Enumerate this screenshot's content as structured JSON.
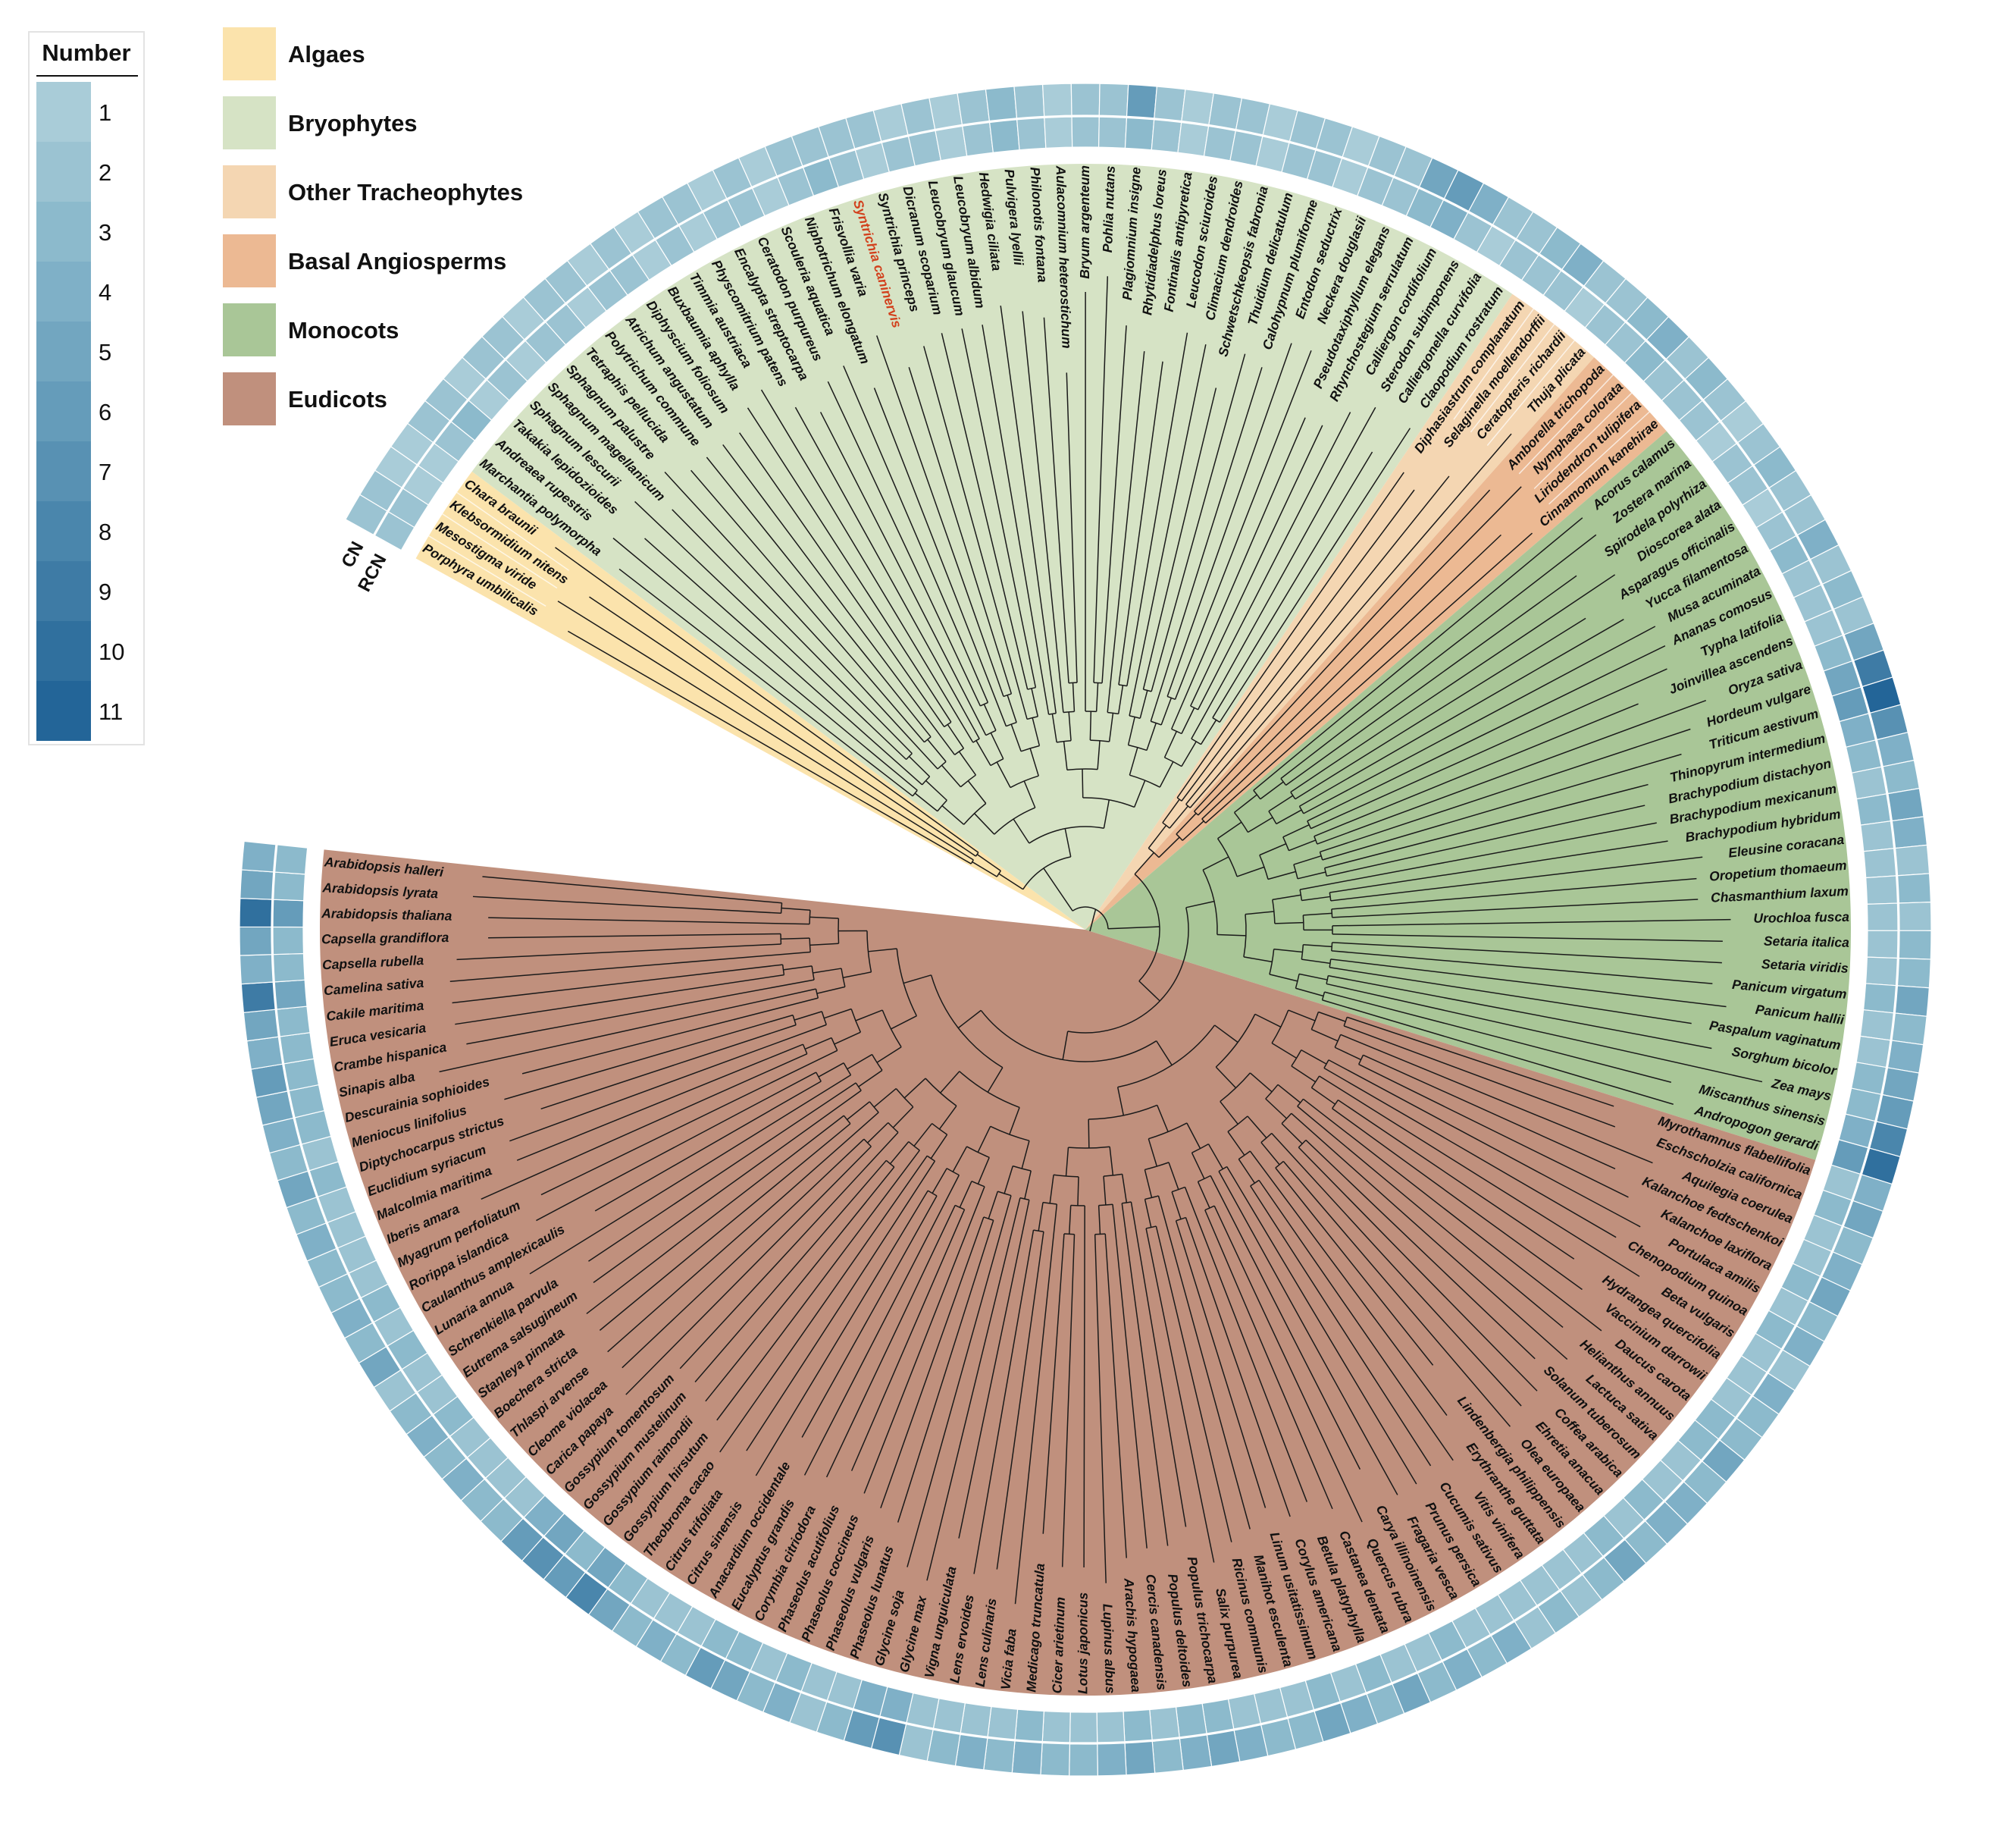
{
  "number_legend": {
    "title": "Number",
    "levels": [
      "1",
      "2",
      "3",
      "4",
      "5",
      "6",
      "7",
      "8",
      "9",
      "10",
      "11"
    ],
    "colors": [
      "#a9ccd8",
      "#9bc3d2",
      "#8cbacc",
      "#7fb0c7",
      "#72a6c0",
      "#659cba",
      "#5891b3",
      "#4a86ac",
      "#3e7ba5",
      "#30709e",
      "#236598"
    ]
  },
  "clade_legend": [
    {
      "key": "algae",
      "label": "Algaes",
      "color": "#fbe3ac"
    },
    {
      "key": "bryo",
      "label": "Bryophytes",
      "color": "#d6e3c5"
    },
    {
      "key": "trach",
      "label": "Other Tracheophytes",
      "color": "#f4d6b2"
    },
    {
      "key": "basal",
      "label": "Basal Angiosperms",
      "color": "#ecb993"
    },
    {
      "key": "mono",
      "label": "Monocots",
      "color": "#a9c697"
    },
    {
      "key": "eudi",
      "label": "Eudicots",
      "color": "#c0907d"
    }
  ],
  "rings": {
    "outer": "CN",
    "inner": "RCN"
  },
  "highlighted_taxon": "Syntrichia caninervis",
  "taxa": [
    {
      "name": "Porphyra umbilicalis",
      "clade": "algae",
      "rcn": 2,
      "cn": 2
    },
    {
      "name": "Mesostigma viride",
      "clade": "algae",
      "rcn": 2,
      "cn": 2
    },
    {
      "name": "Klebsormidium nitens",
      "clade": "algae",
      "rcn": 1,
      "cn": 1
    },
    {
      "name": "Chara braunii",
      "clade": "algae",
      "rcn": 1,
      "cn": 1
    },
    {
      "name": "Marchantia polymorpha",
      "clade": "bryo",
      "rcn": 2,
      "cn": 2
    },
    {
      "name": "Andreaea rupestris",
      "clade": "bryo",
      "rcn": 3,
      "cn": 2
    },
    {
      "name": "Takakia lepidozioides",
      "clade": "bryo",
      "rcn": 1,
      "cn": 1
    },
    {
      "name": "Sphagnum lescurii",
      "clade": "bryo",
      "rcn": 2,
      "cn": 2
    },
    {
      "name": "Sphagnum magellanicum",
      "clade": "bryo",
      "rcn": 1,
      "cn": 2
    },
    {
      "name": "Sphagnum palustre",
      "clade": "bryo",
      "rcn": 2,
      "cn": 1
    },
    {
      "name": "Tetraphis pellucida",
      "clade": "bryo",
      "rcn": 2,
      "cn": 2
    },
    {
      "name": "Polytrichum commune",
      "clade": "bryo",
      "rcn": 1,
      "cn": 2
    },
    {
      "name": "Atrichum angustatum",
      "clade": "bryo",
      "rcn": 2,
      "cn": 1
    },
    {
      "name": "Diphyscium foliosum",
      "clade": "bryo",
      "rcn": 2,
      "cn": 2
    },
    {
      "name": "Buxbaumia aphylla",
      "clade": "bryo",
      "rcn": 1,
      "cn": 1
    },
    {
      "name": "Timmia austriaca",
      "clade": "bryo",
      "rcn": 2,
      "cn": 2
    },
    {
      "name": "Physcomitrium patens",
      "clade": "bryo",
      "rcn": 1,
      "cn": 2
    },
    {
      "name": "Encalypta streptocarpa",
      "clade": "bryo",
      "rcn": 2,
      "cn": 1
    },
    {
      "name": "Ceratodon purpureus",
      "clade": "bryo",
      "rcn": 2,
      "cn": 2
    },
    {
      "name": "Scouleria aquatica",
      "clade": "bryo",
      "rcn": 1,
      "cn": 1
    },
    {
      "name": "Niphotrichum elongatum",
      "clade": "bryo",
      "rcn": 2,
      "cn": 2
    },
    {
      "name": "Frisvollia varia",
      "clade": "bryo",
      "rcn": 3,
      "cn": 2
    },
    {
      "name": "Syntrichia caninervis",
      "clade": "bryo",
      "rcn": 2,
      "cn": 2
    },
    {
      "name": "Syntrichia princeps",
      "clade": "bryo",
      "rcn": 1,
      "cn": 2
    },
    {
      "name": "Dicranum scoparium",
      "clade": "bryo",
      "rcn": 2,
      "cn": 1
    },
    {
      "name": "Leucobryum glaucum",
      "clade": "bryo",
      "rcn": 2,
      "cn": 2
    },
    {
      "name": "Leucobryum albidum",
      "clade": "bryo",
      "rcn": 1,
      "cn": 1
    },
    {
      "name": "Hedwigia ciliata",
      "clade": "bryo",
      "rcn": 2,
      "cn": 2
    },
    {
      "name": "Pulvigera lyellii",
      "clade": "bryo",
      "rcn": 3,
      "cn": 3
    },
    {
      "name": "Philonotis fontana",
      "clade": "bryo",
      "rcn": 2,
      "cn": 2
    },
    {
      "name": "Aulacomnium heterostichum",
      "clade": "bryo",
      "rcn": 1,
      "cn": 1
    },
    {
      "name": "Bryum argenteum",
      "clade": "bryo",
      "rcn": 2,
      "cn": 2
    },
    {
      "name": "Pohlia nutans",
      "clade": "bryo",
      "rcn": 2,
      "cn": 2
    },
    {
      "name": "Plagiomnium insigne",
      "clade": "bryo",
      "rcn": 3,
      "cn": 6
    },
    {
      "name": "Rhytidiadelphus loreus",
      "clade": "bryo",
      "rcn": 2,
      "cn": 2
    },
    {
      "name": "Fontinalis antipyretica",
      "clade": "bryo",
      "rcn": 1,
      "cn": 1
    },
    {
      "name": "Leucodon sciuroides",
      "clade": "bryo",
      "rcn": 2,
      "cn": 2
    },
    {
      "name": "Climacium dendroides",
      "clade": "bryo",
      "rcn": 2,
      "cn": 2
    },
    {
      "name": "Schwetschkeopsis fabronia",
      "clade": "bryo",
      "rcn": 1,
      "cn": 1
    },
    {
      "name": "Thuidium delicatulum",
      "clade": "bryo",
      "rcn": 2,
      "cn": 2
    },
    {
      "name": "Calohypnum plumiforme",
      "clade": "bryo",
      "rcn": 2,
      "cn": 2
    },
    {
      "name": "Entodon seductrix",
      "clade": "bryo",
      "rcn": 1,
      "cn": 1
    },
    {
      "name": "Neckera douglasii",
      "clade": "bryo",
      "rcn": 2,
      "cn": 2
    },
    {
      "name": "Pseudotaxiphyllum elegans",
      "clade": "bryo",
      "rcn": 2,
      "cn": 2
    },
    {
      "name": "Rhynchostegium serrulatum",
      "clade": "bryo",
      "rcn": 3,
      "cn": 5
    },
    {
      "name": "Calliergon cordifolium",
      "clade": "bryo",
      "rcn": 4,
      "cn": 6
    },
    {
      "name": "Sterodon subimponens",
      "clade": "bryo",
      "rcn": 2,
      "cn": 4
    },
    {
      "name": "Calliergonella curvifolia",
      "clade": "bryo",
      "rcn": 1,
      "cn": 2
    },
    {
      "name": "Claopodium rostratum",
      "clade": "bryo",
      "rcn": 2,
      "cn": 2
    },
    {
      "name": "Diphasiastrum complanatum",
      "clade": "trach",
      "rcn": 2,
      "cn": 3
    },
    {
      "name": "Selaginella moellendorffii",
      "clade": "trach",
      "rcn": 2,
      "cn": 4
    },
    {
      "name": "Ceratopteris richardii",
      "clade": "trach",
      "rcn": 1,
      "cn": 2
    },
    {
      "name": "Thuja plicata",
      "clade": "trach",
      "rcn": 2,
      "cn": 2
    },
    {
      "name": "Amborella trichopoda",
      "clade": "basal",
      "rcn": 2,
      "cn": 3
    },
    {
      "name": "Nymphaea colorata",
      "clade": "basal",
      "rcn": 3,
      "cn": 4
    },
    {
      "name": "Liriodendron tulipifera",
      "clade": "basal",
      "rcn": 2,
      "cn": 2
    },
    {
      "name": "Cinnamomum kanehirae",
      "clade": "basal",
      "rcn": 2,
      "cn": 3
    },
    {
      "name": "Acorus calamus",
      "clade": "mono",
      "rcn": 2,
      "cn": 2
    },
    {
      "name": "Zostera marina",
      "clade": "mono",
      "rcn": 1,
      "cn": 1
    },
    {
      "name": "Spirodela polyrhiza",
      "clade": "mono",
      "rcn": 2,
      "cn": 2
    },
    {
      "name": "Dioscorea alata",
      "clade": "mono",
      "rcn": 2,
      "cn": 3
    },
    {
      "name": "Asparagus officinalis",
      "clade": "mono",
      "rcn": 1,
      "cn": 2
    },
    {
      "name": "Yucca filamentosa",
      "clade": "mono",
      "rcn": 2,
      "cn": 2
    },
    {
      "name": "Musa acuminata",
      "clade": "mono",
      "rcn": 3,
      "cn": 4
    },
    {
      "name": "Ananas comosus",
      "clade": "mono",
      "rcn": 2,
      "cn": 2
    },
    {
      "name": "Typha latifolia",
      "clade": "mono",
      "rcn": 2,
      "cn": 3
    },
    {
      "name": "Joinvillea ascendens",
      "clade": "mono",
      "rcn": 2,
      "cn": 2
    },
    {
      "name": "Oryza sativa",
      "clade": "mono",
      "rcn": 3,
      "cn": 5
    },
    {
      "name": "Hordeum vulgare",
      "clade": "mono",
      "rcn": 5,
      "cn": 9
    },
    {
      "name": "Triticum aestivum",
      "clade": "mono",
      "rcn": 6,
      "cn": 11
    },
    {
      "name": "Thinopyrum intermedium",
      "clade": "mono",
      "rcn": 4,
      "cn": 7
    },
    {
      "name": "Brachypodium distachyon",
      "clade": "mono",
      "rcn": 3,
      "cn": 4
    },
    {
      "name": "Brachypodium mexicanum",
      "clade": "mono",
      "rcn": 2,
      "cn": 3
    },
    {
      "name": "Brachypodium hybridum",
      "clade": "mono",
      "rcn": 3,
      "cn": 5
    },
    {
      "name": "Eleusine coracana",
      "clade": "mono",
      "rcn": 2,
      "cn": 4
    },
    {
      "name": "Oropetium thomaeum",
      "clade": "mono",
      "rcn": 2,
      "cn": 2
    },
    {
      "name": "Chasmanthium laxum",
      "clade": "mono",
      "rcn": 2,
      "cn": 3
    },
    {
      "name": "Urochloa fusca",
      "clade": "mono",
      "rcn": 2,
      "cn": 2
    },
    {
      "name": "Setaria italica",
      "clade": "mono",
      "rcn": 2,
      "cn": 3
    },
    {
      "name": "Setaria viridis",
      "clade": "mono",
      "rcn": 2,
      "cn": 3
    },
    {
      "name": "Panicum virgatum",
      "clade": "mono",
      "rcn": 3,
      "cn": 5
    },
    {
      "name": "Panicum hallii",
      "clade": "mono",
      "rcn": 2,
      "cn": 3
    },
    {
      "name": "Paspalum vaginatum",
      "clade": "mono",
      "rcn": 2,
      "cn": 4
    },
    {
      "name": "Sorghum bicolor",
      "clade": "mono",
      "rcn": 3,
      "cn": 5
    },
    {
      "name": "Zea mays",
      "clade": "mono",
      "rcn": 3,
      "cn": 6
    },
    {
      "name": "Miscanthus sinensis",
      "clade": "mono",
      "rcn": 4,
      "cn": 8
    },
    {
      "name": "Andropogon gerardi",
      "clade": "mono",
      "rcn": 6,
      "cn": 10
    },
    {
      "name": "Myrothamnus flabellifolia",
      "clade": "eudi",
      "rcn": 2,
      "cn": 4
    },
    {
      "name": "Eschscholzia californica",
      "clade": "eudi",
      "rcn": 3,
      "cn": 5
    },
    {
      "name": "Aquilegia coerulea",
      "clade": "eudi",
      "rcn": 2,
      "cn": 3
    },
    {
      "name": "Kalanchoe fedtschenkoi",
      "clade": "eudi",
      "rcn": 2,
      "cn": 4
    },
    {
      "name": "Kalanchoe laxiflora",
      "clade": "eudi",
      "rcn": 3,
      "cn": 5
    },
    {
      "name": "Portulaca amilis",
      "clade": "eudi",
      "rcn": 2,
      "cn": 3
    },
    {
      "name": "Chenopodium quinoa",
      "clade": "eudi",
      "rcn": 3,
      "cn": 4
    },
    {
      "name": "Beta vulgaris",
      "clade": "eudi",
      "rcn": 2,
      "cn": 2
    },
    {
      "name": "Hydrangea quercifolia",
      "clade": "eudi",
      "rcn": 2,
      "cn": 4
    },
    {
      "name": "Vaccinium darrowii",
      "clade": "eudi",
      "rcn": 2,
      "cn": 3
    },
    {
      "name": "Daucus carota",
      "clade": "eudi",
      "rcn": 3,
      "cn": 3
    },
    {
      "name": "Helianthus annuus",
      "clade": "eudi",
      "rcn": 3,
      "cn": 5
    },
    {
      "name": "Lactuca sativa",
      "clade": "eudi",
      "rcn": 2,
      "cn": 3
    },
    {
      "name": "Solanum tuberosum",
      "clade": "eudi",
      "rcn": 2,
      "cn": 4
    },
    {
      "name": "Coffea arabica",
      "clade": "eudi",
      "rcn": 3,
      "cn": 4
    },
    {
      "name": "Ehretia anacua",
      "clade": "eudi",
      "rcn": 2,
      "cn": 3
    },
    {
      "name": "Olea europaea",
      "clade": "eudi",
      "rcn": 3,
      "cn": 5
    },
    {
      "name": "Lindenbergia philippensis",
      "clade": "eudi",
      "rcn": 2,
      "cn": 3
    },
    {
      "name": "Erythranthe guttata",
      "clade": "eudi",
      "rcn": 2,
      "cn": 2
    },
    {
      "name": "Vitis vinifera",
      "clade": "eudi",
      "rcn": 2,
      "cn": 3
    },
    {
      "name": "Cucumis sativus",
      "clade": "eudi",
      "rcn": 2,
      "cn": 2
    },
    {
      "name": "Prunus persica",
      "clade": "eudi",
      "rcn": 2,
      "cn": 4
    },
    {
      "name": "Fragaria vesca",
      "clade": "eudi",
      "rcn": 2,
      "cn": 3
    },
    {
      "name": "Carya illinoinensis",
      "clade": "eudi",
      "rcn": 3,
      "cn": 4
    },
    {
      "name": "Quercus rubra",
      "clade": "eudi",
      "rcn": 2,
      "cn": 3
    },
    {
      "name": "Castanea dentata",
      "clade": "eudi",
      "rcn": 2,
      "cn": 5
    },
    {
      "name": "Betula platyphylla",
      "clade": "eudi",
      "rcn": 3,
      "cn": 3
    },
    {
      "name": "Corylus americana",
      "clade": "eudi",
      "rcn": 2,
      "cn": 4
    },
    {
      "name": "Linum usitatissimum",
      "clade": "eudi",
      "rcn": 3,
      "cn": 5
    },
    {
      "name": "Manihot esculenta",
      "clade": "eudi",
      "rcn": 2,
      "cn": 3
    },
    {
      "name": "Ricinus communis",
      "clade": "eudi",
      "rcn": 2,
      "cn": 3
    },
    {
      "name": "Salix purpurea",
      "clade": "eudi",
      "rcn": 2,
      "cn": 4
    },
    {
      "name": "Populus trichocarpa",
      "clade": "eudi",
      "rcn": 3,
      "cn": 5
    },
    {
      "name": "Populus deltoides",
      "clade": "eudi",
      "rcn": 3,
      "cn": 4
    },
    {
      "name": "Cercis canadensis",
      "clade": "eudi",
      "rcn": 2,
      "cn": 3
    },
    {
      "name": "Arachis hypogaea",
      "clade": "eudi",
      "rcn": 3,
      "cn": 5
    },
    {
      "name": "Lupinus albus",
      "clade": "eudi",
      "rcn": 2,
      "cn": 4
    },
    {
      "name": "Lotus japonicus",
      "clade": "eudi",
      "rcn": 2,
      "cn": 3
    },
    {
      "name": "Cicer arietinum",
      "clade": "eudi",
      "rcn": 2,
      "cn": 3
    },
    {
      "name": "Medicago truncatula",
      "clade": "eudi",
      "rcn": 3,
      "cn": 4
    },
    {
      "name": "Vicia faba",
      "clade": "eudi",
      "rcn": 2,
      "cn": 3
    },
    {
      "name": "Lens culinaris",
      "clade": "eudi",
      "rcn": 2,
      "cn": 4
    },
    {
      "name": "Lens ervoides",
      "clade": "eudi",
      "rcn": 2,
      "cn": 3
    },
    {
      "name": "Vigna unguiculata",
      "clade": "eudi",
      "rcn": 2,
      "cn": 2
    },
    {
      "name": "Glycine max",
      "clade": "eudi",
      "rcn": 4,
      "cn": 7
    },
    {
      "name": "Glycine soja",
      "clade": "eudi",
      "rcn": 4,
      "cn": 6
    },
    {
      "name": "Phaseolus lunatus",
      "clade": "eudi",
      "rcn": 2,
      "cn": 3
    },
    {
      "name": "Phaseolus vulgaris",
      "clade": "eudi",
      "rcn": 2,
      "cn": 2
    },
    {
      "name": "Phaseolus coccineus",
      "clade": "eudi",
      "rcn": 3,
      "cn": 4
    },
    {
      "name": "Phaseolus acutifolius",
      "clade": "eudi",
      "rcn": 2,
      "cn": 3
    },
    {
      "name": "Corymbia citriodora",
      "clade": "eudi",
      "rcn": 3,
      "cn": 5
    },
    {
      "name": "Eucalyptus grandis",
      "clade": "eudi",
      "rcn": 3,
      "cn": 6
    },
    {
      "name": "Anacardium occidentale",
      "clade": "eudi",
      "rcn": 2,
      "cn": 3
    },
    {
      "name": "Citrus sinensis",
      "clade": "eudi",
      "rcn": 2,
      "cn": 4
    },
    {
      "name": "Citrus trifoliata",
      "clade": "eudi",
      "rcn": 2,
      "cn": 3
    },
    {
      "name": "Theobroma cacao",
      "clade": "eudi",
      "rcn": 3,
      "cn": 5
    },
    {
      "name": "Gossypium hirsutum",
      "clade": "eudi",
      "rcn": 5,
      "cn": 8
    },
    {
      "name": "Gossypium raimondii",
      "clade": "eudi",
      "rcn": 3,
      "cn": 6
    },
    {
      "name": "Gossypium mustelinum",
      "clade": "eudi",
      "rcn": 5,
      "cn": 7
    },
    {
      "name": "Gossypium tomentosum",
      "clade": "eudi",
      "rcn": 4,
      "cn": 6
    },
    {
      "name": "Carica papaya",
      "clade": "eudi",
      "rcn": 2,
      "cn": 3
    },
    {
      "name": "Cleome violacea",
      "clade": "eudi",
      "rcn": 2,
      "cn": 3
    },
    {
      "name": "Thlaspi arvense",
      "clade": "eudi",
      "rcn": 2,
      "cn": 4
    },
    {
      "name": "Boechera stricta",
      "clade": "eudi",
      "rcn": 2,
      "cn": 3
    },
    {
      "name": "Stanleya pinnata",
      "clade": "eudi",
      "rcn": 3,
      "cn": 4
    },
    {
      "name": "Eutrema salsugineum",
      "clade": "eudi",
      "rcn": 2,
      "cn": 3
    },
    {
      "name": "Schrenkiella parvula",
      "clade": "eudi",
      "rcn": 2,
      "cn": 2
    },
    {
      "name": "Lunaria annua",
      "clade": "eudi",
      "rcn": 3,
      "cn": 5
    },
    {
      "name": "Caulanthus amplexicaulis",
      "clade": "eudi",
      "rcn": 2,
      "cn": 3
    },
    {
      "name": "Rorippa islandica",
      "clade": "eudi",
      "rcn": 3,
      "cn": 4
    },
    {
      "name": "Myagrum perfoliatum",
      "clade": "eudi",
      "rcn": 2,
      "cn": 3
    },
    {
      "name": "Iberis amara",
      "clade": "eudi",
      "rcn": 2,
      "cn": 3
    },
    {
      "name": "Malcolmia maritima",
      "clade": "eudi",
      "rcn": 2,
      "cn": 4
    },
    {
      "name": "Euclidium syriacum",
      "clade": "eudi",
      "rcn": 2,
      "cn": 3
    },
    {
      "name": "Diptychocarpus strictus",
      "clade": "eudi",
      "rcn": 3,
      "cn": 5
    },
    {
      "name": "Meniocus linifolius",
      "clade": "eudi",
      "rcn": 2,
      "cn": 3
    },
    {
      "name": "Descurainia sophioides",
      "clade": "eudi",
      "rcn": 3,
      "cn": 4
    },
    {
      "name": "Sinapis alba",
      "clade": "eudi",
      "rcn": 3,
      "cn": 5
    },
    {
      "name": "Crambe hispanica",
      "clade": "eudi",
      "rcn": 3,
      "cn": 6
    },
    {
      "name": "Eruca vesicaria",
      "clade": "eudi",
      "rcn": 3,
      "cn": 4
    },
    {
      "name": "Cakile maritima",
      "clade": "eudi",
      "rcn": 3,
      "cn": 5
    },
    {
      "name": "Camelina sativa",
      "clade": "eudi",
      "rcn": 5,
      "cn": 9
    },
    {
      "name": "Capsella rubella",
      "clade": "eudi",
      "rcn": 3,
      "cn": 4
    },
    {
      "name": "Capsella grandiflora",
      "clade": "eudi",
      "rcn": 3,
      "cn": 5
    },
    {
      "name": "Arabidopsis thaliana",
      "clade": "eudi",
      "rcn": 6,
      "cn": 10
    },
    {
      "name": "Arabidopsis lyrata",
      "clade": "eudi",
      "rcn": 3,
      "cn": 5
    },
    {
      "name": "Arabidopsis halleri",
      "clade": "eudi",
      "rcn": 3,
      "cn": 4
    }
  ]
}
